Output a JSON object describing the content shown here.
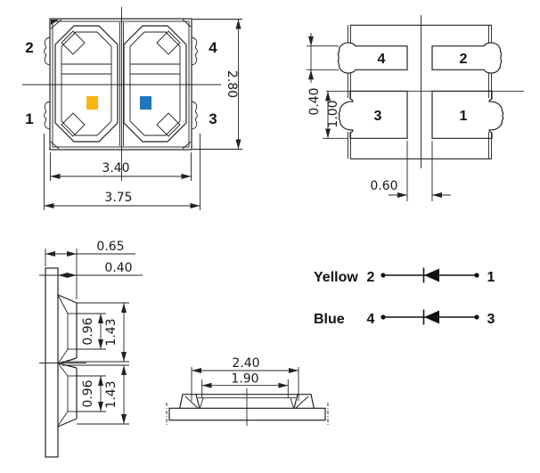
{
  "colors": {
    "line": "#222222",
    "die_yellow": "#FBB615",
    "die_blue": "#1F77BE"
  },
  "front_view": {
    "pins": {
      "top_left": "2",
      "bottom_left": "1",
      "top_right": "4",
      "bottom_right": "3"
    },
    "dims": {
      "body_width": "3.40",
      "overall_width": "3.75",
      "height": "2.80"
    }
  },
  "pad_view": {
    "pads": {
      "top_left": "4",
      "top_right": "2",
      "bottom_left": "3",
      "bottom_right": "1"
    },
    "dims": {
      "small_pad_height": "0.40",
      "large_pad_height": "1.00",
      "center_gap": "0.60"
    }
  },
  "side_view": {
    "dims": {
      "total_depth": "0.65",
      "body_depth": "0.40",
      "cup_top_inner": "0.96",
      "cup_top_outer": "1.43",
      "cup_bottom_inner": "0.96",
      "cup_bottom_outer": "1.43"
    }
  },
  "front_elevation": {
    "dims": {
      "cup_outer_width": "2.40",
      "cup_inner_width": "1.90"
    }
  },
  "circuit": {
    "rows": [
      {
        "label": "Yellow",
        "left_pin": "2",
        "right_pin": "1"
      },
      {
        "label": "Blue",
        "left_pin": "4",
        "right_pin": "3"
      }
    ]
  }
}
